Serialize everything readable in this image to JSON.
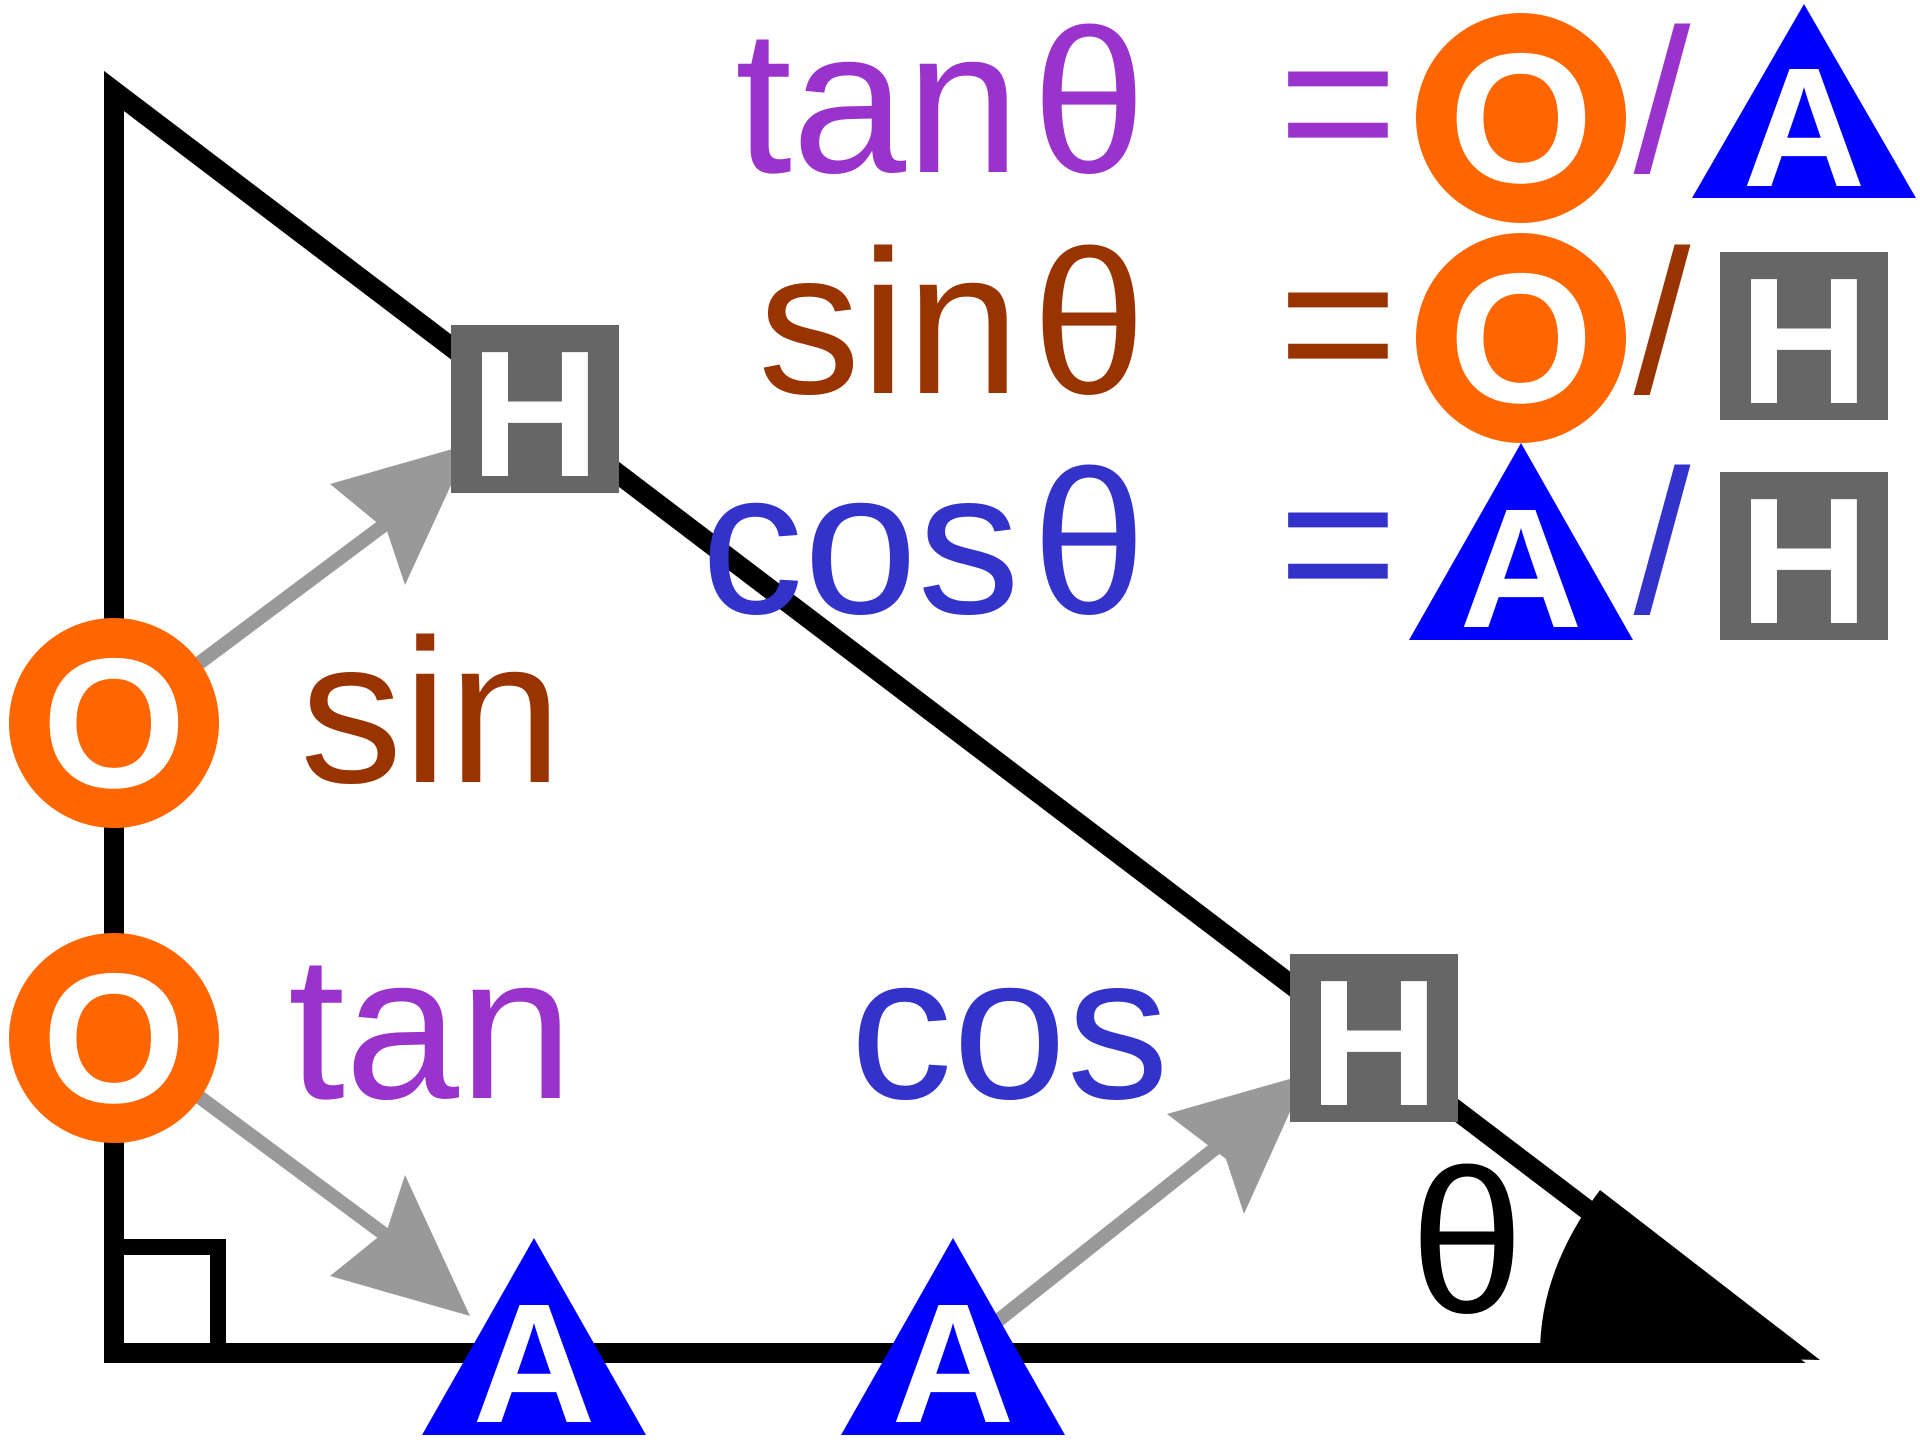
{
  "formulas": [
    {
      "func": "tan",
      "theta": "θ",
      "eq": "=",
      "num": "O",
      "slash": "/",
      "den": "A",
      "color": "#9933CC"
    },
    {
      "func": "sin",
      "theta": "θ",
      "eq": "=",
      "num": "O",
      "slash": "/",
      "den": "H",
      "color": "#993300"
    },
    {
      "func": "cos",
      "theta": "θ",
      "eq": "=",
      "num": "A",
      "slash": "/",
      "den": "H",
      "color": "#3333CC"
    }
  ],
  "labels": {
    "sin": "sin",
    "tan": "tan",
    "cos": "cos",
    "angle": "θ"
  },
  "symbols": {
    "opposite": "O",
    "adjacent": "A",
    "hypotenuse": "H"
  },
  "colors": {
    "opposite": "#FF6600",
    "adjacent": "#0000FF",
    "hypotenuse": "#666666",
    "arrow": "#999999",
    "triangle": "#000000",
    "sin": "#993300",
    "tan": "#9933CC",
    "cos": "#3333CC"
  }
}
